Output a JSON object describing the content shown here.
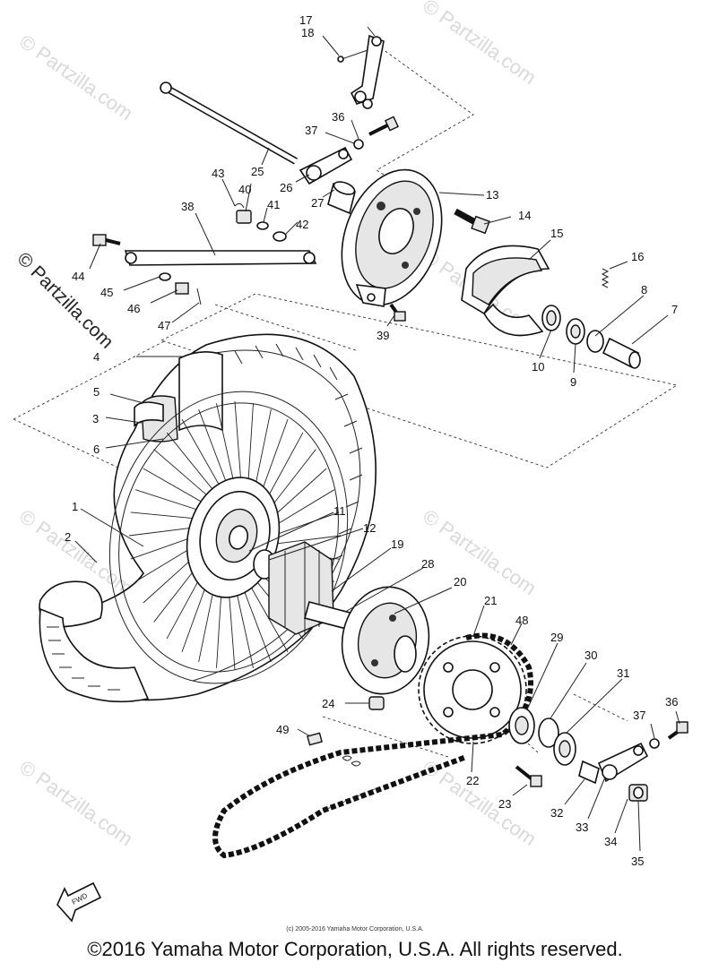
{
  "diagram": {
    "watermark": "© Partzilla.com",
    "fwd_label": "FWD",
    "callouts": [
      "1",
      "2",
      "3",
      "4",
      "5",
      "6",
      "7",
      "8",
      "9",
      "10",
      "11",
      "12",
      "13",
      "14",
      "15",
      "16",
      "17",
      "18",
      "19",
      "20",
      "21",
      "22",
      "23",
      "24",
      "25",
      "26",
      "27",
      "28",
      "29",
      "30",
      "31",
      "32",
      "33",
      "34",
      "35",
      "36",
      "37",
      "38",
      "39",
      "40",
      "41",
      "42",
      "43",
      "44",
      "45",
      "46",
      "47",
      "48",
      "49"
    ],
    "callout_37_repeat": "37",
    "callout_36_repeat": "36"
  },
  "footer": {
    "small_copyright": "(c) 2005-2016 Yamaha Motor Corporation, U.S.A.",
    "main_copyright": "©2016 Yamaha Motor Corporation, U.S.A. All rights reserved."
  }
}
